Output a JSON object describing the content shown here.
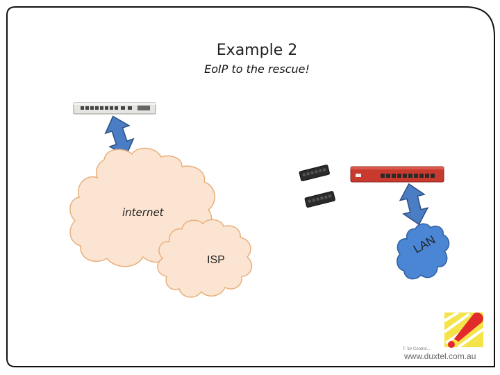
{
  "slide": {
    "title": "Example 2",
    "subtitle": "EoIP to the rescue!"
  },
  "clouds": {
    "internet_label": "internet",
    "isp_label": "ISP",
    "lan_label": "LAN"
  },
  "logo": {
    "tagline": "T. for Control...",
    "url": "www.duxtel.com.au"
  },
  "colors": {
    "cloud_fill": "#fce4d2",
    "cloud_stroke": "#e8b07c",
    "lan_fill": "#4a86d4",
    "lan_stroke": "#2f5f9f",
    "arrow_fill": "#4a7dc4",
    "arrow_stroke": "#2c4f82",
    "router_red": "#c83a2e"
  },
  "icons": [
    "double-arrow-icon",
    "router-icon",
    "switch-icon",
    "cloud-icon"
  ]
}
